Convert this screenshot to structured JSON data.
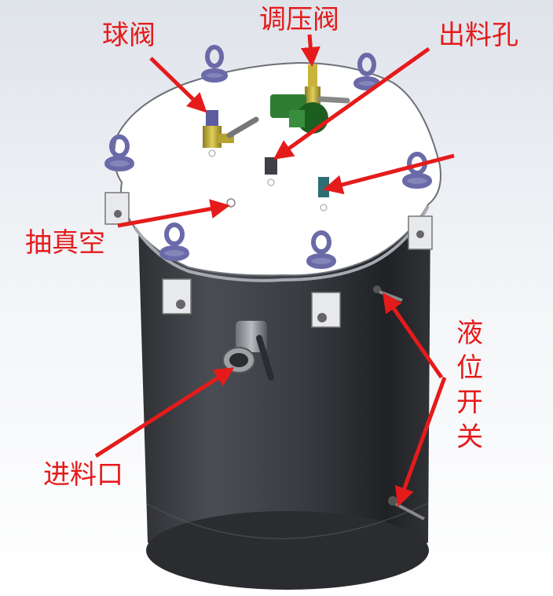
{
  "labels": {
    "ball_valve": "球阀",
    "regulator_valve": "调压阀",
    "outlet_hole": "出料孔",
    "vacuum": "抽真空",
    "feed_port": "进料口",
    "level_switch": "液位开关"
  },
  "colors": {
    "annotation": "#e51b1b",
    "tank_body": "#3a3d42",
    "lid": "#ffffff",
    "eye_bolt": "#6a6aa8",
    "valve_brass": "#c8b43a",
    "regulator_green": "#2e7d32"
  }
}
